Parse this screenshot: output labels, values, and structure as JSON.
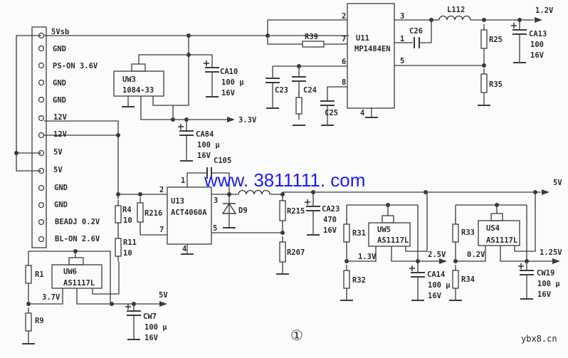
{
  "connector": {
    "pins": [
      "5Vsb",
      "GND",
      "PS-ON  3.6V",
      "GND",
      "GND",
      "12V",
      "12V",
      "5V",
      "5V",
      "GND",
      "GND",
      "BEADJ  0.2V",
      "BL-ON  2.6V"
    ]
  },
  "uw3": {
    "ref": "UW3",
    "part": "1084-33",
    "out": "3.3V"
  },
  "ca10": {
    "ref": "CA10",
    "val": "100 µ",
    "volt": "16V"
  },
  "ca84": {
    "ref": "CA84",
    "val": "100 µ",
    "volt": "16V"
  },
  "u11": {
    "ref": "U11",
    "part": "MP1484EN",
    "pins": {
      "p2": "2",
      "p7": "7",
      "p6": "6",
      "p8": "8",
      "p3": "3",
      "p1": "1",
      "p5": "5",
      "p4": "4"
    }
  },
  "r39": "R39",
  "c23": "C23",
  "c24": "C24",
  "c25": "C25",
  "c26": "C26",
  "l112": "L112",
  "r25": "R25",
  "r35": "R35",
  "ca13": {
    "ref": "CA13",
    "val": "100",
    "volt": "16V"
  },
  "out_1v2": "1.2V",
  "u13": {
    "ref": "U13",
    "part": "ACT4060A",
    "pins": {
      "p1": "1",
      "p2": "2",
      "p3": "3",
      "p7": "7",
      "p5": "5",
      "p4": "4"
    }
  },
  "c105": "C105",
  "d9": "D9",
  "r216": "R216",
  "r4": {
    "ref": "R4",
    "val": "10"
  },
  "r11": {
    "ref": "R11",
    "val": "10"
  },
  "r215": "R215",
  "r207": "R207",
  "ca23": {
    "ref": "CA23",
    "val": "470",
    "volt": "16V"
  },
  "out_5v": "5V",
  "uw5": {
    "ref": "UW5",
    "part": "AS1117L",
    "adj": "1.3V",
    "out": "2.5V"
  },
  "r31": "R31",
  "r32": "R32",
  "ca14": {
    "ref": "CA14",
    "val": "100 µ",
    "volt": "16V"
  },
  "us4": {
    "ref": "US4",
    "part": "AS1117L",
    "adj": "0.2V",
    "out": "1.25V"
  },
  "r33": "R33",
  "r34": "R34",
  "cw19": {
    "ref": "CW19",
    "val": "100 µ",
    "volt": "16V"
  },
  "uw6": {
    "ref": "UW6",
    "part": "AS1117L",
    "adj": "3.7V",
    "out": "5V"
  },
  "r1": "R1",
  "r9": "R9",
  "cw7": {
    "ref": "CW7",
    "val": "100 µ",
    "volt": "16V"
  },
  "watermark": "www. 3811111. com",
  "figure_number": "①",
  "site": "ybx8.cn",
  "colors": {
    "wire": "#3a3a3a",
    "watermark": "#1a1aff"
  }
}
